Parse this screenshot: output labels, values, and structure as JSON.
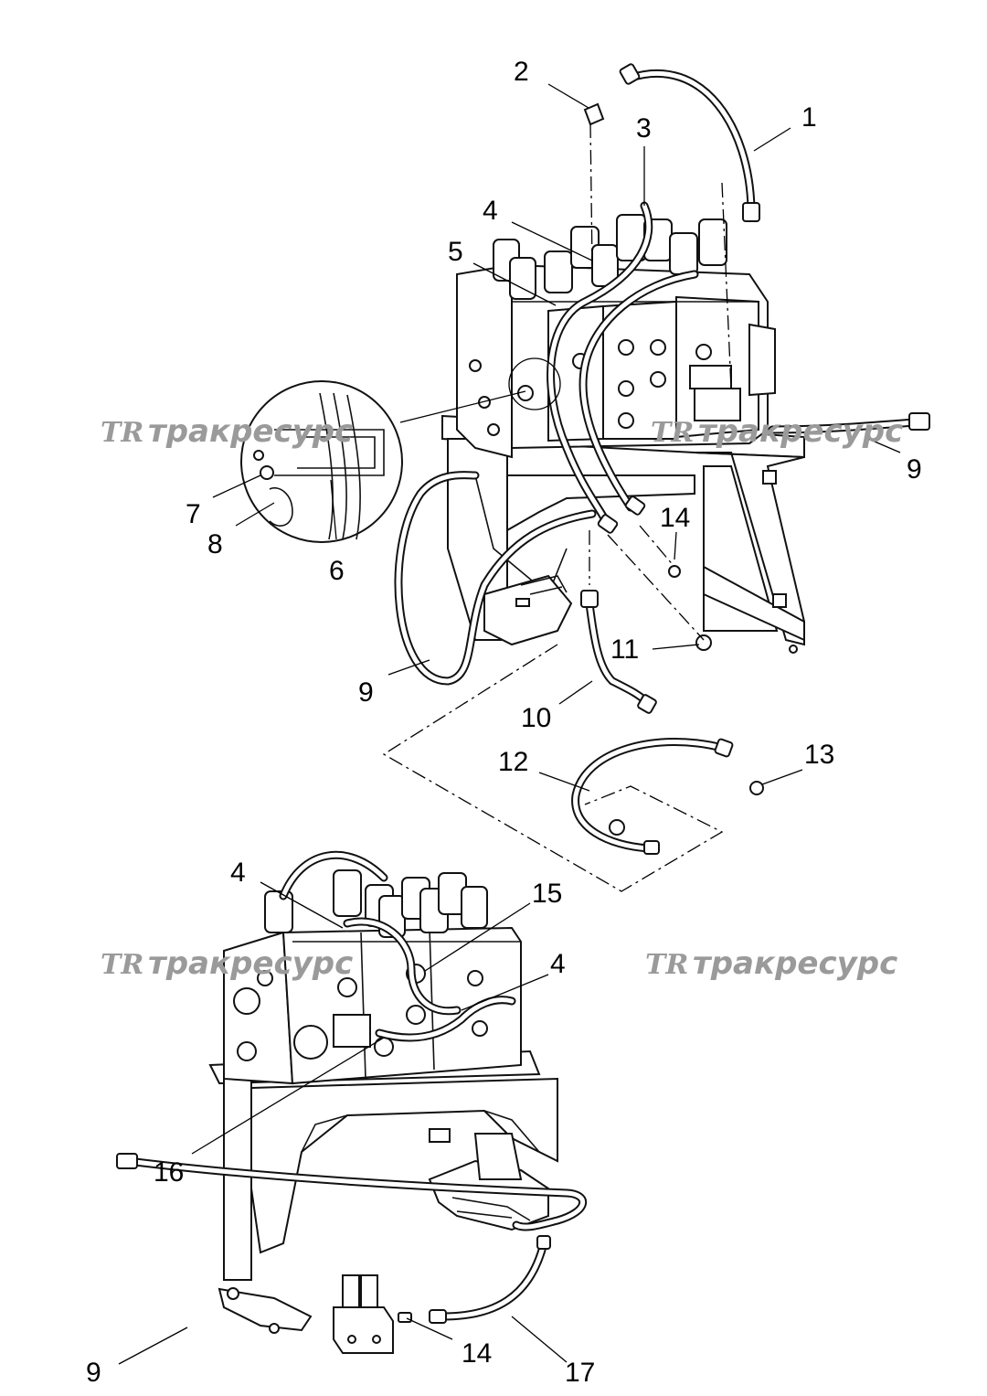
{
  "watermark": {
    "text": "тракресурс",
    "logo": "TR"
  },
  "callouts": [
    {
      "id": "1",
      "label": "1"
    },
    {
      "id": "2",
      "label": "2"
    },
    {
      "id": "3",
      "label": "3"
    },
    {
      "id": "4a",
      "label": "4"
    },
    {
      "id": "5",
      "label": "5"
    },
    {
      "id": "6",
      "label": "6"
    },
    {
      "id": "7",
      "label": "7"
    },
    {
      "id": "8",
      "label": "8"
    },
    {
      "id": "9a",
      "label": "9"
    },
    {
      "id": "9b",
      "label": "9"
    },
    {
      "id": "10",
      "label": "10"
    },
    {
      "id": "11",
      "label": "11"
    },
    {
      "id": "12",
      "label": "12"
    },
    {
      "id": "13",
      "label": "13"
    },
    {
      "id": "14a",
      "label": "14"
    },
    {
      "id": "4b",
      "label": "4"
    },
    {
      "id": "15",
      "label": "15"
    },
    {
      "id": "4c",
      "label": "4"
    },
    {
      "id": "16",
      "label": "16"
    },
    {
      "id": "9c",
      "label": "9"
    },
    {
      "id": "17",
      "label": "17"
    },
    {
      "id": "14b",
      "label": "14"
    }
  ]
}
